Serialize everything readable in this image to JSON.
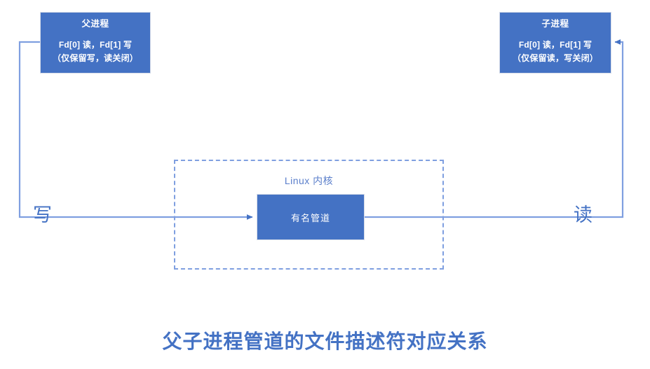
{
  "diagram": {
    "title": "父子进程管道的文件描述符对应关系",
    "parent_process": {
      "title": "父进程",
      "line1": "Fd[0] 读，Fd[1] 写",
      "line2": "（仅保留写，读关闭）"
    },
    "child_process": {
      "title": "子进程",
      "line1": "Fd[0] 读，Fd[1] 写",
      "line2": "（仅保留读，写关闭）"
    },
    "kernel": {
      "label": "Linux 内核",
      "pipe_label": "有名管道"
    },
    "edges": {
      "write_label": "写",
      "read_label": "读"
    },
    "colors": {
      "box_fill": "#4472C4",
      "connector": "#7F9FE0",
      "title": "#4472C4",
      "kernel_label": "#5B7FCB",
      "background": "#FFFFFF"
    }
  }
}
